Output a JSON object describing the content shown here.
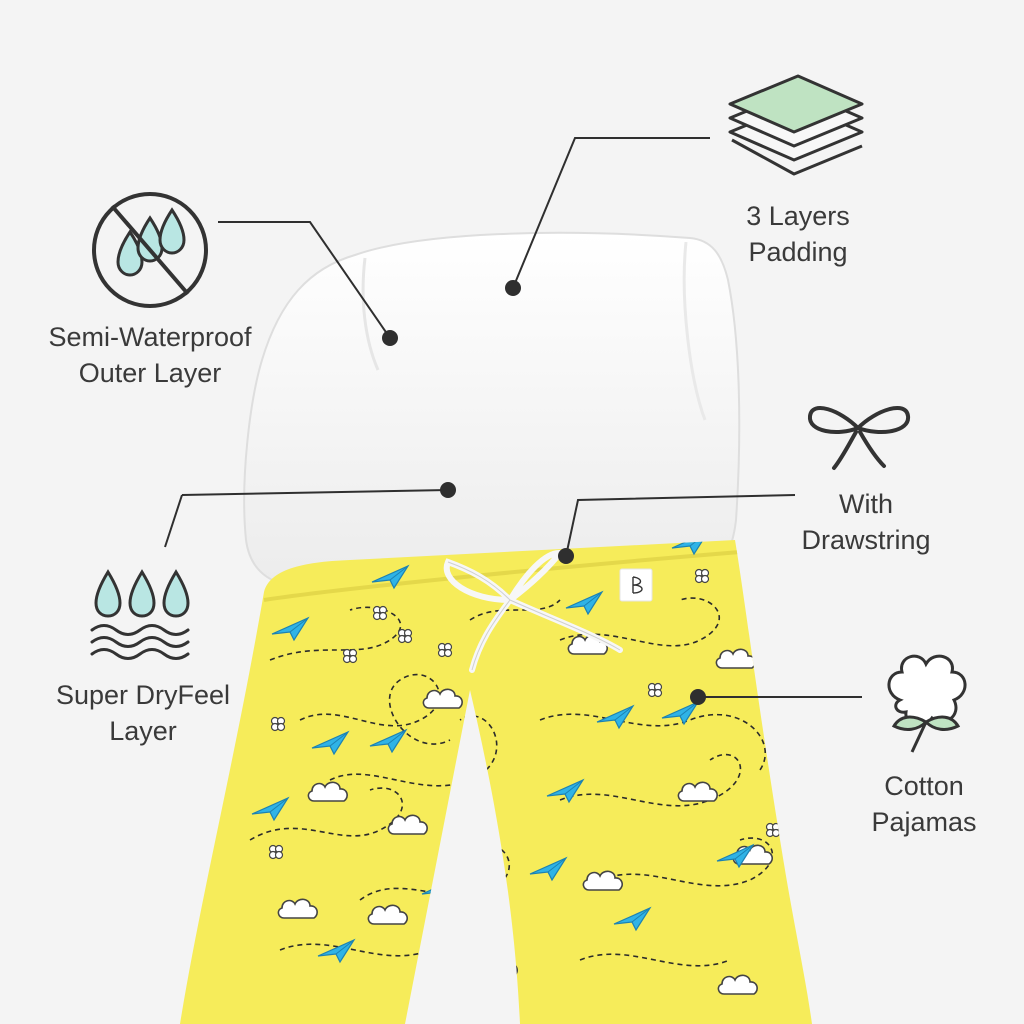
{
  "features": [
    {
      "line1": "Semi-Waterproof",
      "line2": "Outer Layer",
      "icon": "no-water-icon"
    },
    {
      "line1": "3 Layers",
      "line2": "Padding",
      "icon": "layers-icon"
    },
    {
      "line1": "With",
      "line2": "Drawstring",
      "icon": "bow-icon"
    },
    {
      "line1": "Super DryFeel",
      "line2": "Layer",
      "icon": "water-waves-icon"
    },
    {
      "line1": "Cotton",
      "line2": "Pajamas",
      "icon": "cotton-flower-icon"
    }
  ],
  "colors": {
    "background": "#f4f4f4",
    "text": "#3a3a3a",
    "line": "#2f2f2f",
    "pajama_yellow": "#f6ec5a",
    "plane_blue": "#2fb3e6",
    "drop_mint": "#b9e6e3",
    "layer_green": "#bfe3c2"
  }
}
